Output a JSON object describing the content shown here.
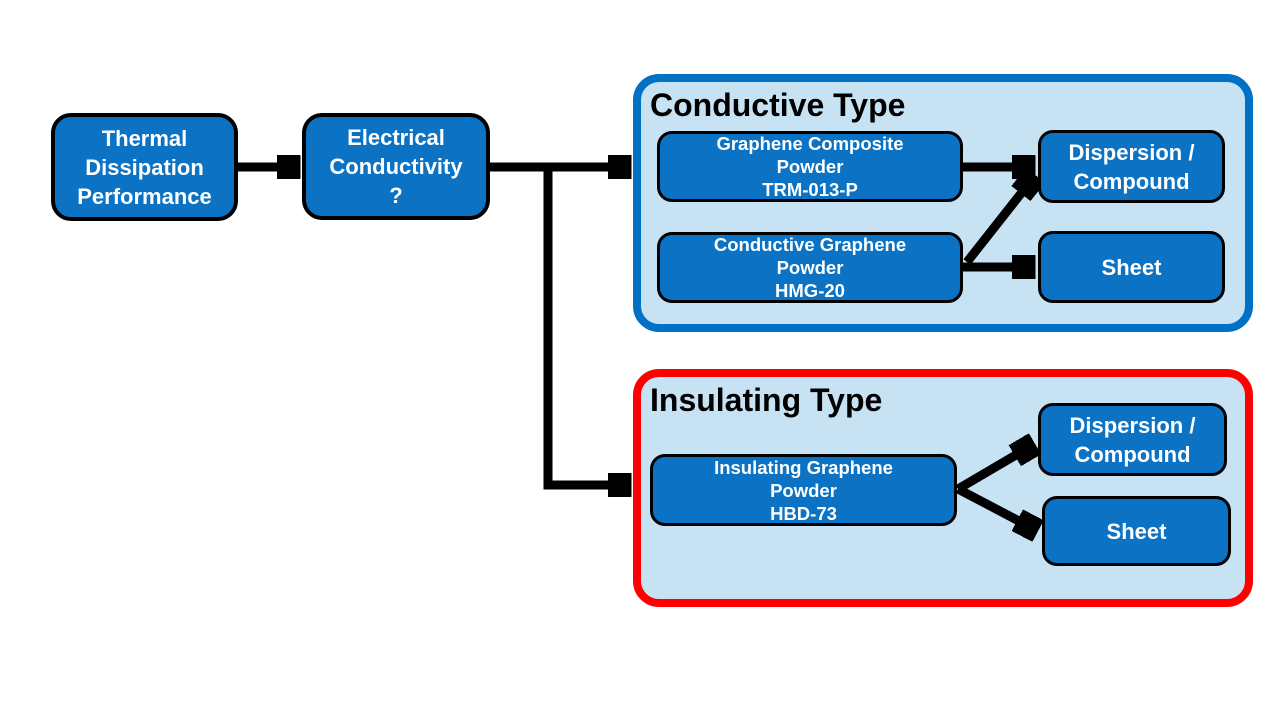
{
  "colors": {
    "node_fill": "#0B72C4",
    "node_text": "#FFFFFF",
    "node_border": "#000000",
    "group_fill": "#C7E3F3",
    "conductive_group_border": "#0071C5",
    "insulating_group_border": "#FF0000",
    "arrow": "#000000",
    "group_title_text": "#000000",
    "page_background": "#FFFFFF"
  },
  "nodes": {
    "thermal": {
      "label": "Thermal\nDissipation\nPerformance"
    },
    "electrical": {
      "label": "Electrical\nConductivity\n?"
    }
  },
  "conductive": {
    "title": "Conductive Type",
    "product1": {
      "label": "Graphene Composite\nPowder\nTRM-013-P"
    },
    "product2": {
      "label": "Conductive Graphene\nPowder\nHMG-20"
    },
    "output1": {
      "label": "Dispersion /\nCompound"
    },
    "output2": {
      "label": "Sheet"
    }
  },
  "insulating": {
    "title": "Insulating Type",
    "product1": {
      "label": "Insulating Graphene\nPowder\nHBD-73"
    },
    "output1": {
      "label": "Dispersion /\nCompound"
    },
    "output2": {
      "label": "Sheet"
    }
  }
}
